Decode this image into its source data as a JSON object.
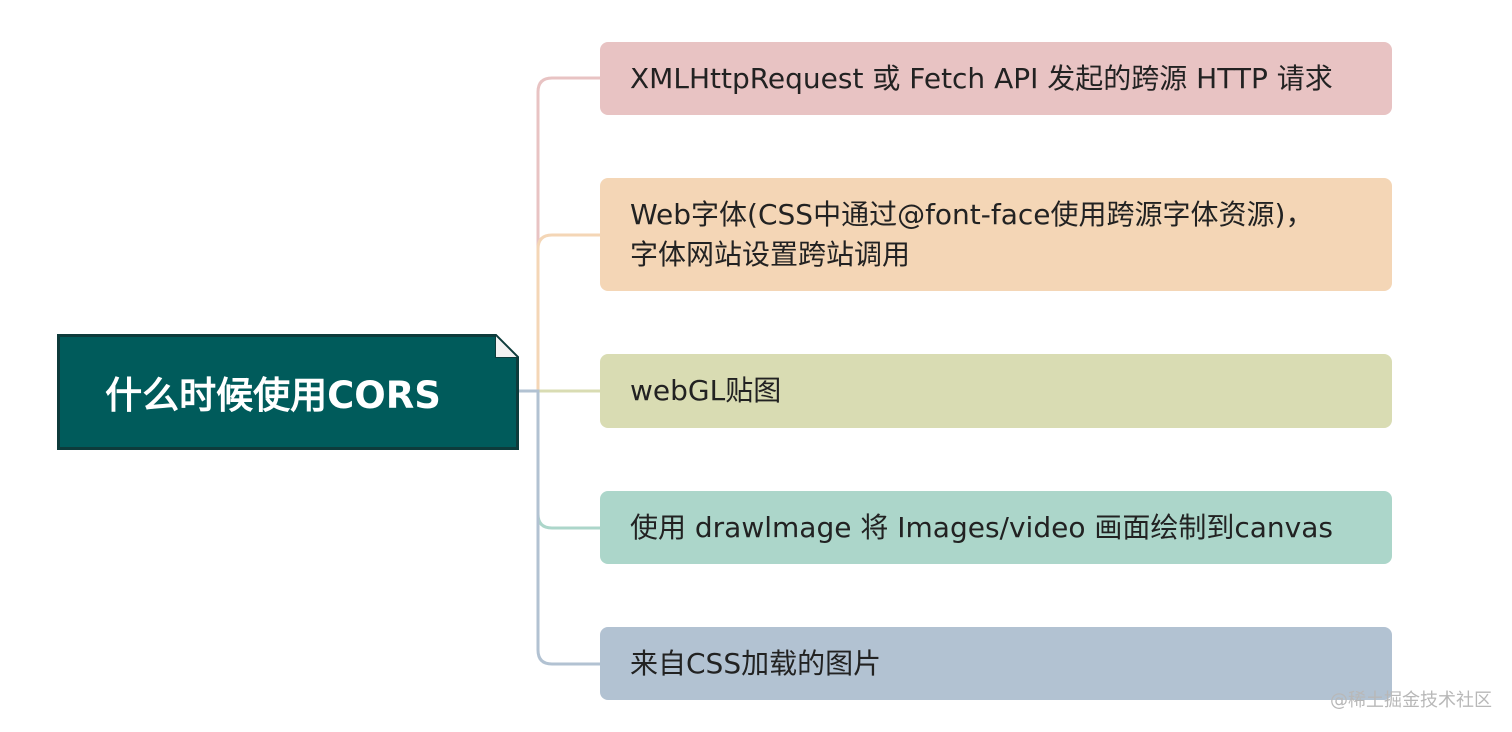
{
  "root": {
    "title": "什么时候使用CORS",
    "fill": "#005b5b",
    "border": "#0d3b3b"
  },
  "branches": [
    {
      "text": "XMLHttpRequest 或 Fetch API 发起的跨源 HTTP 请求",
      "fill": "#e8c3c3",
      "line": "#e8c3c3"
    },
    {
      "text": "Web字体(CSS中通过@font-face使用跨源字体资源)，\n字体网站设置跨站调用",
      "fill": "#f4d6b6",
      "line": "#f4d6b6"
    },
    {
      "text": "webGL贴图",
      "fill": "#d9dcb3",
      "line": "#d9dcb3"
    },
    {
      "text": "使用 drawlmage 将 Images/video 画面绘制到canvas",
      "fill": "#acd6ca",
      "line": "#acd6ca"
    },
    {
      "text": "来自CSS加载的图片",
      "fill": "#b2c2d2",
      "line": "#b2c2d2"
    }
  ],
  "watermark": "@稀土掘金技术社区"
}
